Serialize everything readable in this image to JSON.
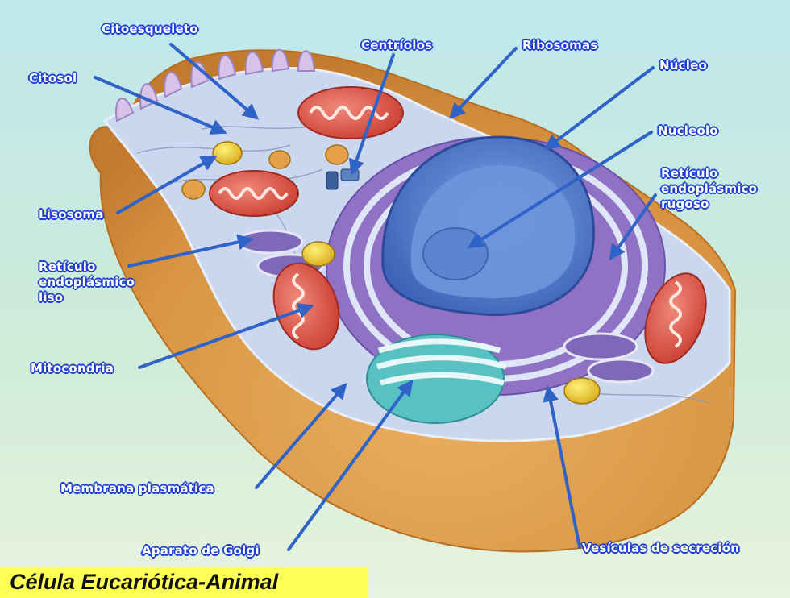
{
  "caption": "Célula Eucariótica-Animal",
  "colors": {
    "label_text": "#ffffff",
    "label_outline": "#1e3fd0",
    "arrow": "#2f63c8",
    "caption_bg": "#ffff55"
  },
  "labels": {
    "citoesqueleto": "Citoesqueleto",
    "citosol": "Citosol",
    "centriolos": "Centríolos",
    "ribosomas": "Ribosomas",
    "nucleo": "Núcleo",
    "nucleolo": "Nucleolo",
    "rer": [
      "Retículo",
      "endoplásmico",
      "rugoso"
    ],
    "lisosoma": "Lisosoma",
    "rel": [
      "Retículo",
      "endoplásmico",
      "liso"
    ],
    "mitocondria": "Mitocondria",
    "membrana": "Membrana plasmática",
    "golgi": "Aparato de Golgi",
    "vesiculas": "Vesículas de secreción"
  }
}
